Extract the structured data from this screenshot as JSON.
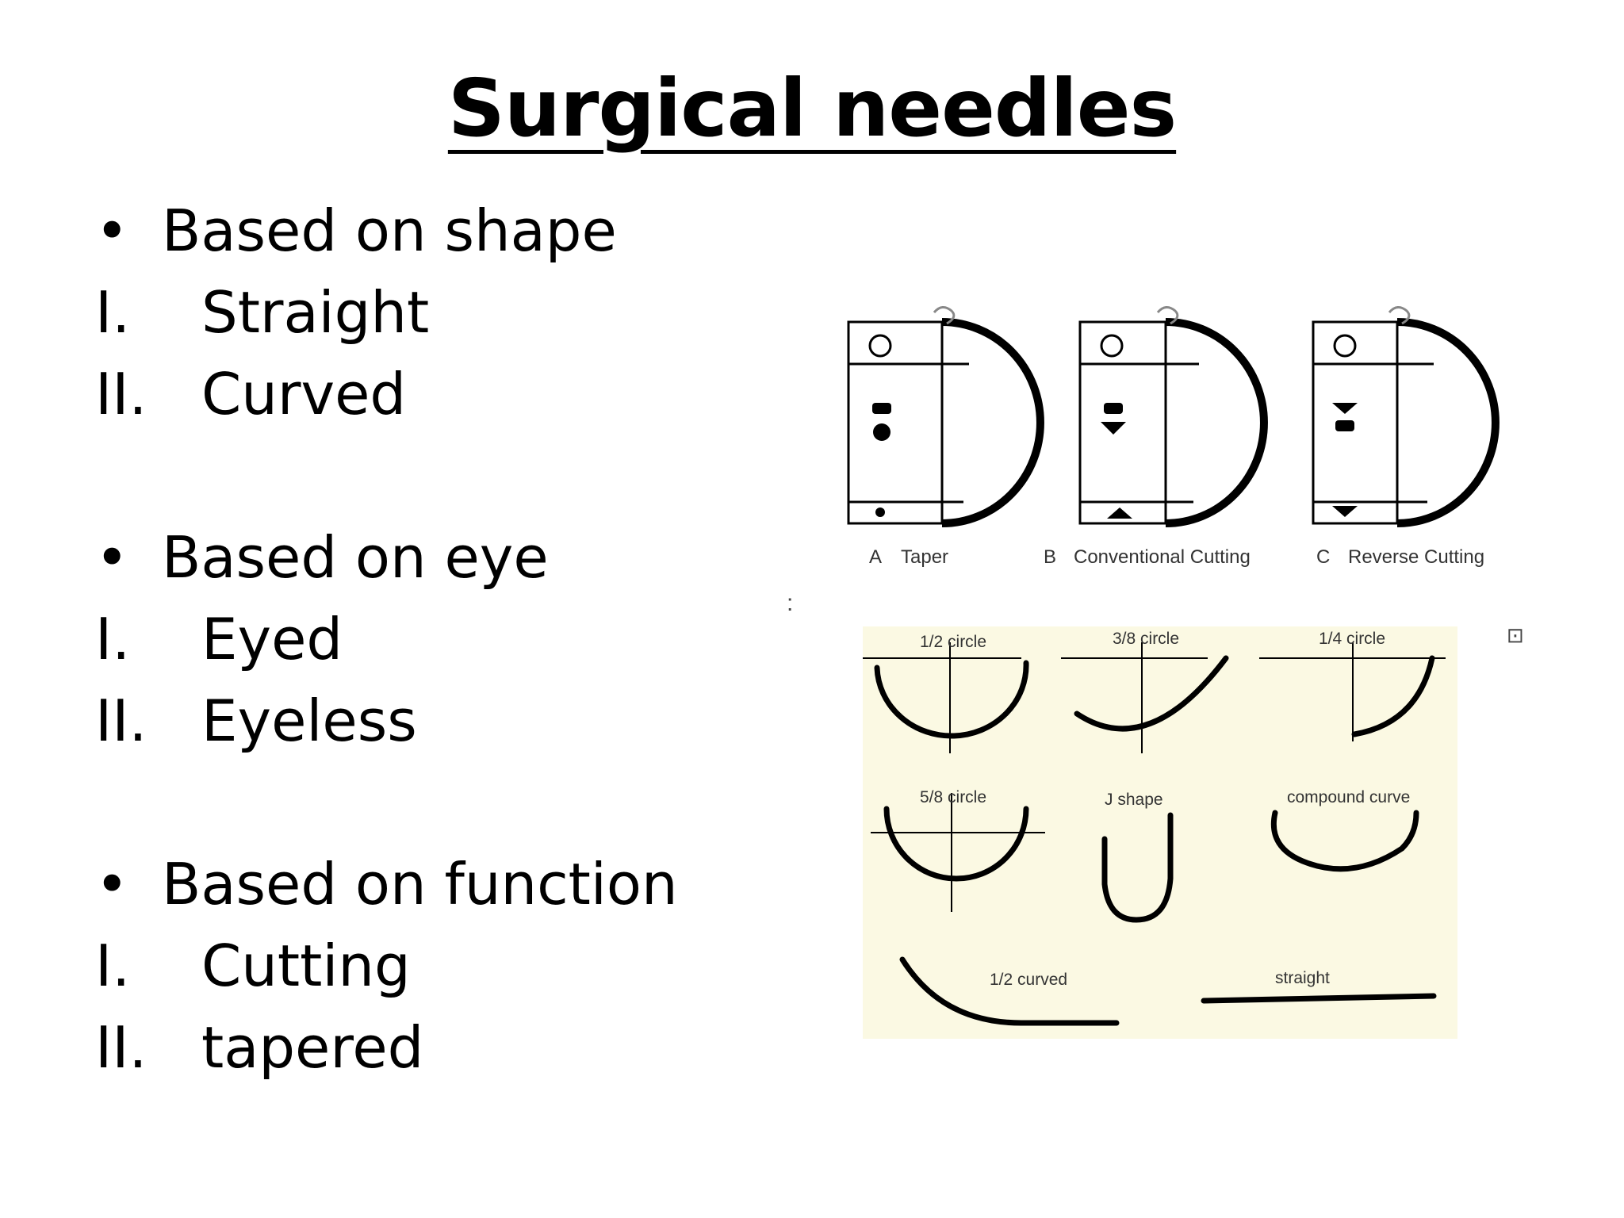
{
  "slide": {
    "title": "Surgical needles",
    "sections": [
      {
        "heading": "Based on shape",
        "items": [
          {
            "num": "I.",
            "text": "Straight"
          },
          {
            "num": "II.",
            "text": "Curved"
          }
        ]
      },
      {
        "heading": "Based on eye",
        "items": [
          {
            "num": "I.",
            "text": "Eyed"
          },
          {
            "num": "II.",
            "text": "Eyeless"
          }
        ]
      },
      {
        "heading": "Based on function",
        "items": [
          {
            "num": "I.",
            "text": "Cutting"
          },
          {
            "num": "II.",
            "text": "tapered"
          }
        ]
      }
    ],
    "bullet_char": "•"
  },
  "figure_top": {
    "labels": [
      {
        "letter": "A",
        "name": "Taper"
      },
      {
        "letter": "B",
        "name": "Conventional Cutting"
      },
      {
        "letter": "C",
        "name": "Reverse Cutting"
      }
    ]
  },
  "figure_bottom": {
    "labels": [
      "1/2 circle",
      "3/8 circle",
      "1/4 circle",
      "5/8 circle",
      "J shape",
      "compound curve",
      "1/2 curved",
      "straight"
    ]
  },
  "stray_marks": {
    "colon": ":",
    "corner_icon": "⊡"
  }
}
